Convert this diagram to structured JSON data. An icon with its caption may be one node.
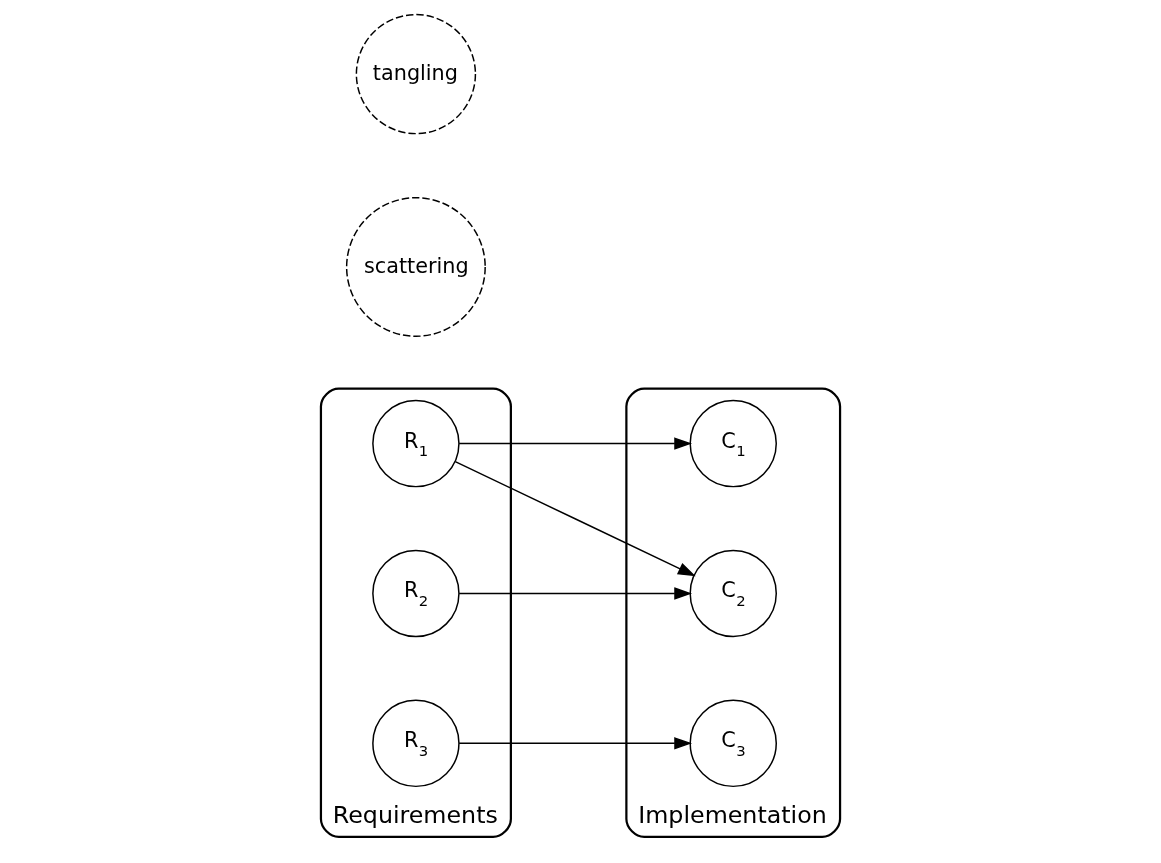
{
  "diagram": {
    "nodes": [
      {
        "text": [
          "Requirements"
        ]
      },
      {
        "text": [
          "R$_{1}$"
        ],
        "in": 0
      },
      {
        "text": [
          "R$_{2}$"
        ],
        "in": 0
      },
      {
        "text": [
          "R$_{3}$"
        ],
        "in": 0
      },
      {
        "text": [
          "scattering"
        ]
      },
      {
        "text": [
          "tangling"
        ]
      },
      {
        "text": [
          "Implementation"
        ]
      },
      {
        "text": [
          "C$_{1}$"
        ],
        "in": 6
      },
      {
        "text": [
          "C$_{2}$"
        ],
        "in": 6
      },
      {
        "text": [
          "C$_{3}$"
        ],
        "in": 6
      }
    ],
    "edges": [
      {
        "from": 1,
        "to": 7,
        "arrow": "to"
      },
      {
        "from": 1,
        "to": 8,
        "arrow": "to"
      },
      {
        "from": 2,
        "to": 8,
        "arrow": "to"
      },
      {
        "from": 3,
        "to": 9,
        "arrow": "to"
      }
    ]
  }
}
